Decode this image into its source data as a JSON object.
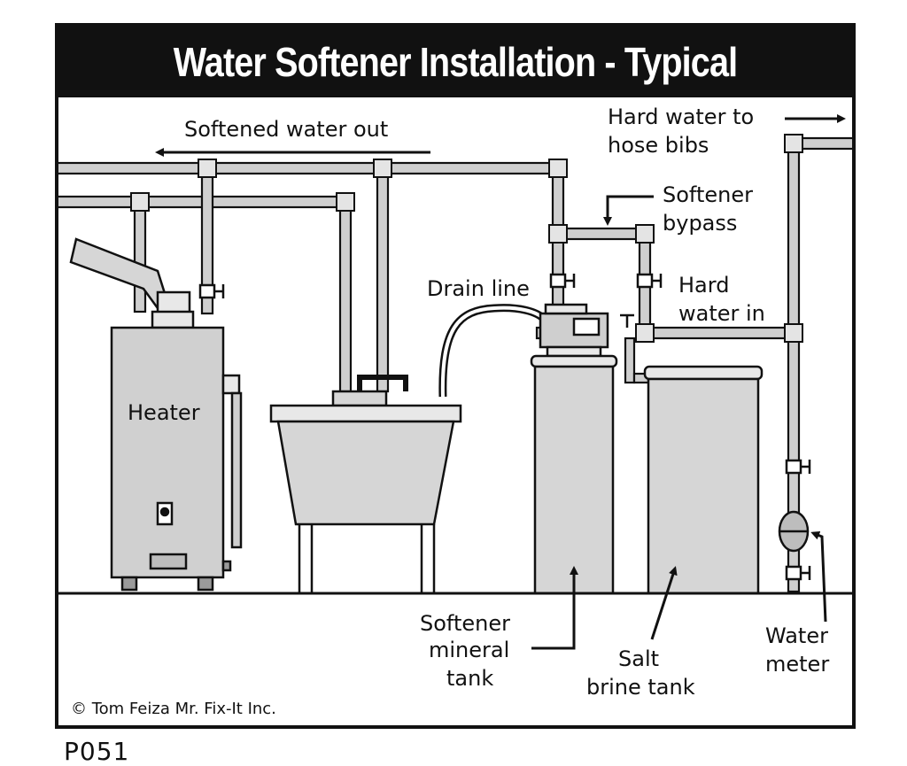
{
  "title": "Water Softener Installation - Typical",
  "labels": {
    "softened_water_out": "Softened water out",
    "hard_water_to": "Hard water to",
    "hose_bibs": "hose bibs",
    "softener": "Softener",
    "bypass": "bypass",
    "drain_line": "Drain line",
    "hard": "Hard",
    "water_in": "water in",
    "heater": "Heater",
    "softener_2": "Softener",
    "mineral": "mineral",
    "tank": "tank",
    "salt": "Salt",
    "brine_tank": "brine tank",
    "water": "Water",
    "meter": "meter"
  },
  "copyright": "© Tom Feiza Mr. Fix-It Inc.",
  "figure_code": "P051"
}
